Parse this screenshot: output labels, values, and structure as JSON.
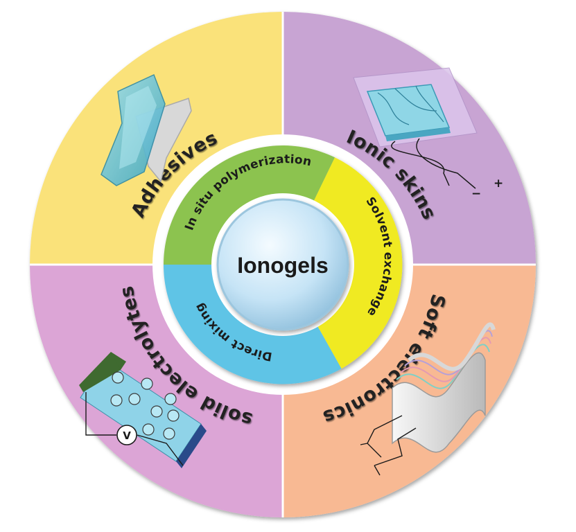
{
  "center": {
    "label": "Ionogels"
  },
  "methods": [
    {
      "id": "in-situ",
      "label": "In situ polymerization",
      "color": "#8cc34f"
    },
    {
      "id": "solvent",
      "label": "Solvent exchange",
      "color": "#f0ea20"
    },
    {
      "id": "direct",
      "label": "Direct mixing",
      "color": "#5fc4e6"
    }
  ],
  "applications": [
    {
      "id": "adhesives",
      "label": "Adhesives",
      "color": "#fae27a"
    },
    {
      "id": "ionic-skins",
      "label": "Ionic skins",
      "color": "#c8a4d3"
    },
    {
      "id": "soft-electronics",
      "label": "Soft electronics",
      "color": "#f8b993"
    },
    {
      "id": "solid-electrolytes",
      "label": "solid electrolytes",
      "color": "#dca5d6"
    }
  ],
  "icons": {
    "ionic_skin_positive": "+",
    "ionic_skin_negative": "−",
    "electrolyte_meter": "V"
  }
}
